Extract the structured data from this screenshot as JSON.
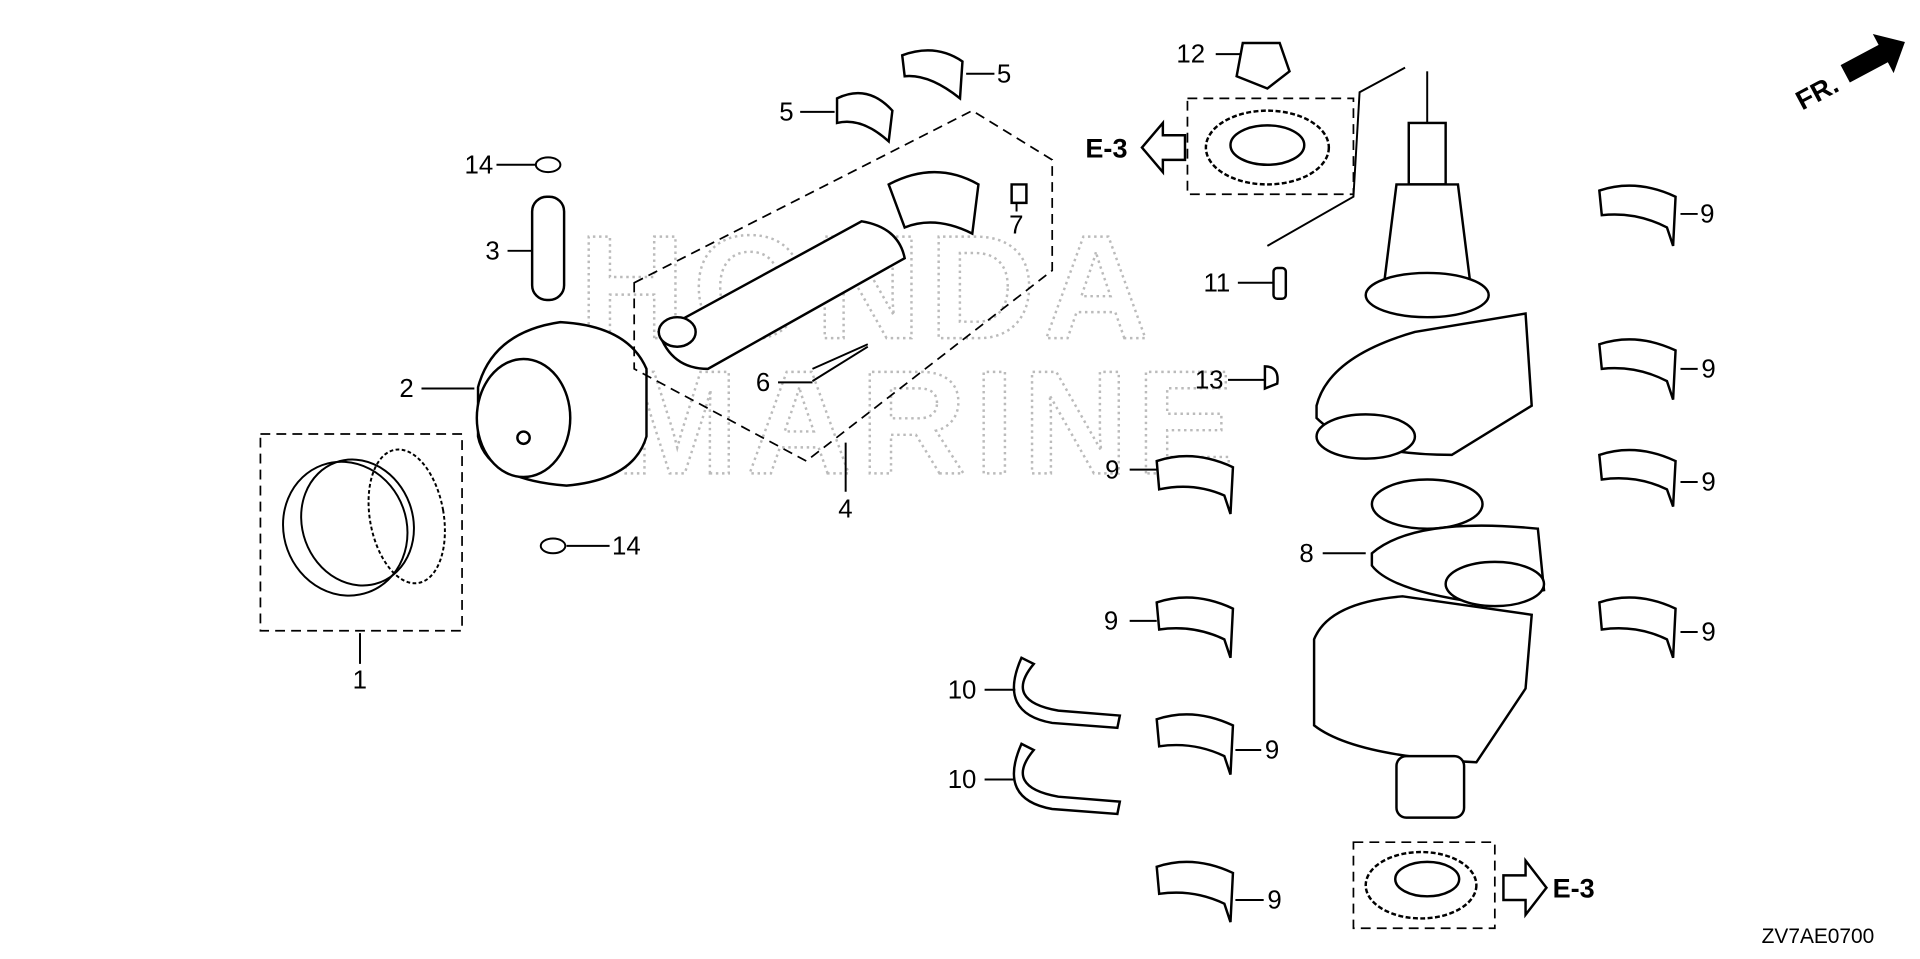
{
  "diagram": {
    "watermark": [
      "HONDA",
      "MARINE"
    ],
    "diagram_code": "ZV7AE0700",
    "front_indicator": "FR.",
    "references": [
      {
        "label": "E-3"
      },
      {
        "label": "E-3"
      }
    ],
    "callouts": [
      {
        "part": "1"
      },
      {
        "part": "2"
      },
      {
        "part": "3"
      },
      {
        "part": "4"
      },
      {
        "part": "5"
      },
      {
        "part": "5"
      },
      {
        "part": "6"
      },
      {
        "part": "7"
      },
      {
        "part": "8"
      },
      {
        "part": "9"
      },
      {
        "part": "9"
      },
      {
        "part": "9"
      },
      {
        "part": "9"
      },
      {
        "part": "9"
      },
      {
        "part": "9"
      },
      {
        "part": "9"
      },
      {
        "part": "9"
      },
      {
        "part": "10"
      },
      {
        "part": "10"
      },
      {
        "part": "11"
      },
      {
        "part": "12"
      },
      {
        "part": "13"
      },
      {
        "part": "14"
      },
      {
        "part": "14"
      }
    ]
  }
}
